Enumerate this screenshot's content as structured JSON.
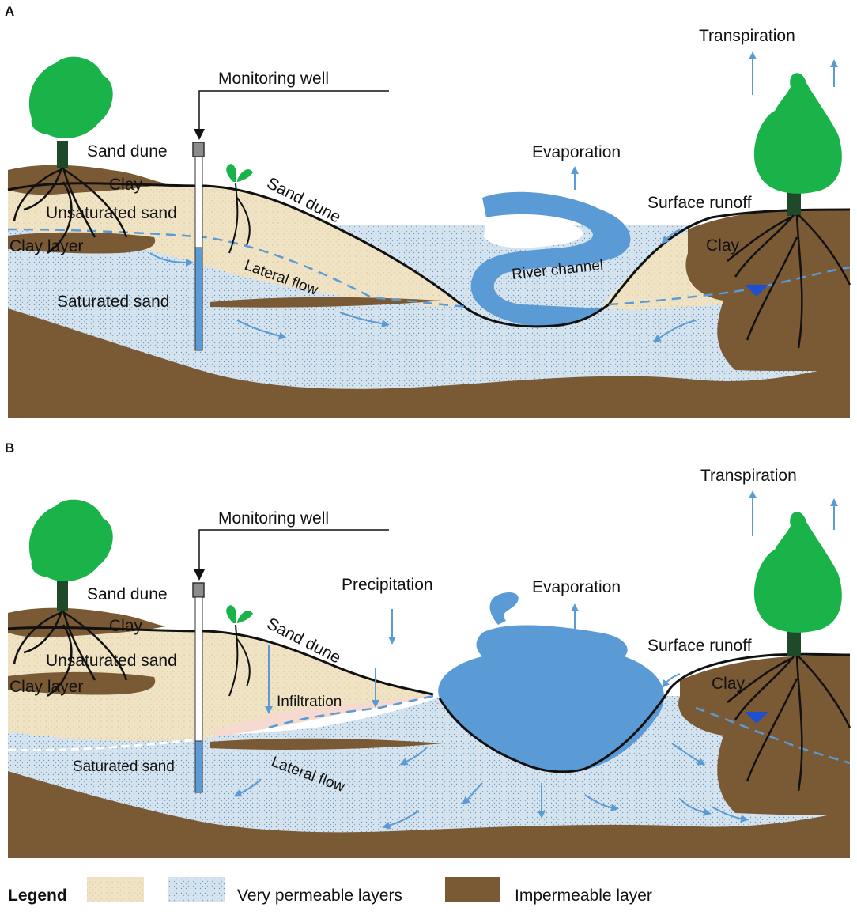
{
  "colors": {
    "sand": "#efe3c4",
    "saturated": "#d6e4ef",
    "clay": "#7a5a35",
    "water": "#5b9bd5",
    "tree": "#19b34a",
    "trunk": "#1f4a2a",
    "well_body": "#ffffff",
    "well_water": "#5b9bd5",
    "well_cap": "#8c8c8c"
  },
  "panel_a": {
    "letter": "A",
    "monitoring_well": "Monitoring well",
    "sand_dune_left": "Sand dune",
    "clay_top": "Clay",
    "unsaturated_sand": "Unsaturated sand",
    "clay_layer": "Clay layer",
    "saturated_sand": "Saturated sand",
    "sand_dune_slope": "Sand dune",
    "lateral_flow": "Lateral flow",
    "river_channel": "River channel",
    "evaporation": "Evaporation",
    "surface_runoff": "Surface runoff",
    "clay_right": "Clay",
    "transpiration": "Transpiration"
  },
  "panel_b": {
    "letter": "B",
    "monitoring_well": "Monitoring well",
    "sand_dune_left": "Sand dune",
    "clay_top": "Clay",
    "unsaturated_sand": "Unsaturated sand",
    "clay_layer": "Clay layer",
    "saturated_sand": "Saturated sand",
    "sand_dune_slope": "Sand dune",
    "precipitation": "Precipitation",
    "infiltration": "Infiltration",
    "lateral_flow": "Lateral flow",
    "evaporation": "Evaporation",
    "surface_runoff": "Surface runoff",
    "clay_right": "Clay",
    "transpiration": "Transpiration"
  },
  "legend": {
    "title": "Legend",
    "permeable": "Very permeable layers",
    "impermeable": "Impermeable layer"
  }
}
